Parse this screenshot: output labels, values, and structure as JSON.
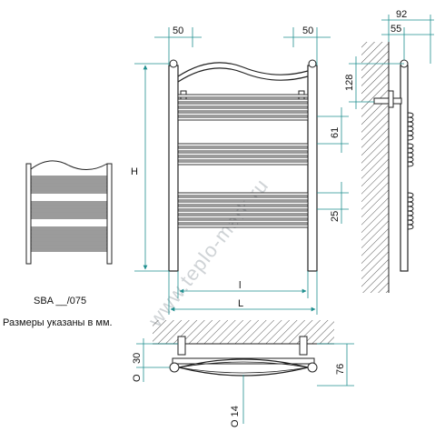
{
  "model_caption": "SBA __/075",
  "units_note": "Размеры указаны в мм.",
  "watermark": "www.teplo-mark.ru",
  "front_view": {
    "top_offset_left": "50",
    "top_offset_right": "50",
    "height_label": "H",
    "inner_width_label": "l",
    "outer_width_label": "L",
    "bar_group_gap": "61",
    "bar_gap": "25"
  },
  "side_view": {
    "depth_total": "92",
    "depth_to_wall": "55",
    "bracket_drop": "128"
  },
  "top_view": {
    "pipe_offset": "30",
    "depth": "76",
    "diameter_top": "O",
    "diameter_bottom": "O 14"
  },
  "colors": {
    "line": "#222222",
    "dimension": "#1f8f8f",
    "hatch": "#555555",
    "watermark": "#cfd3d6"
  }
}
